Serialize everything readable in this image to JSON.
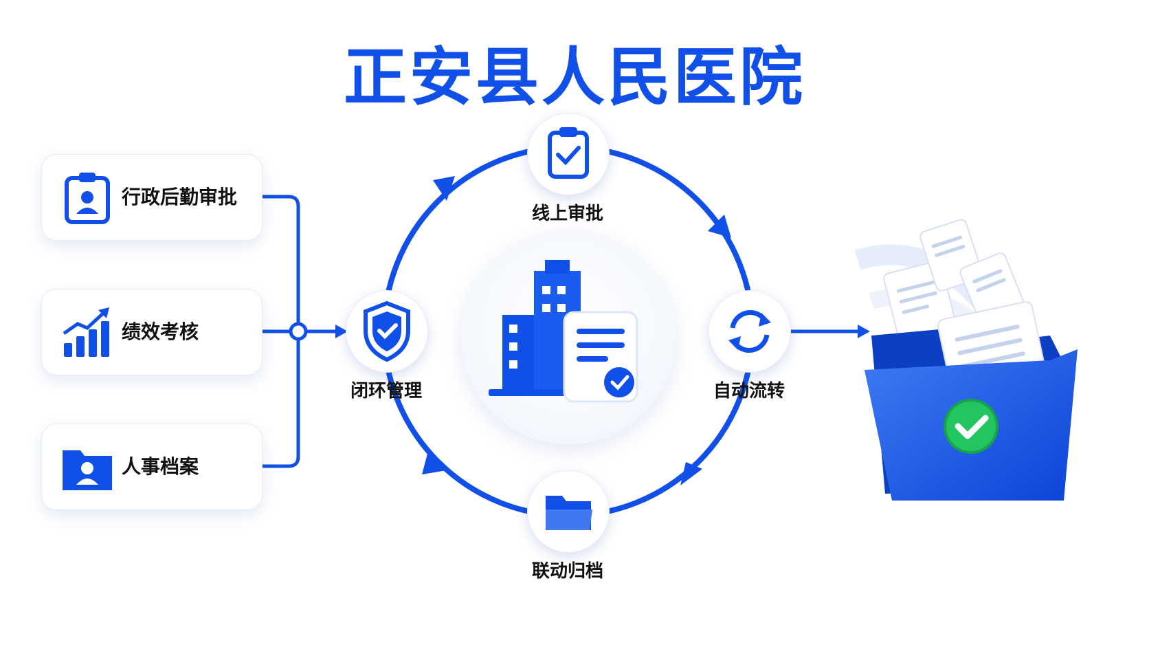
{
  "title": "正安县人民医院",
  "cards": [
    {
      "label": "行政后勤审批",
      "icon": "id-badge-clipboard-icon"
    },
    {
      "label": "绩效考核",
      "icon": "growth-chart-icon"
    },
    {
      "label": "人事档案",
      "icon": "personnel-folder-icon"
    }
  ],
  "cycle": [
    {
      "label": "线上审批",
      "icon": "clipboard-check-icon"
    },
    {
      "label": "自动流转",
      "icon": "sync-icon"
    },
    {
      "label": "联动归档",
      "icon": "folder-icon"
    },
    {
      "label": "闭环管理",
      "icon": "shield-check-icon"
    }
  ],
  "hub_icon": "hospital-building-document-icon",
  "archive_icon": "archive-folder-check-icon",
  "colors": {
    "primary": "#1050e8",
    "accent_green": "#22c55e",
    "text": "#111111"
  }
}
